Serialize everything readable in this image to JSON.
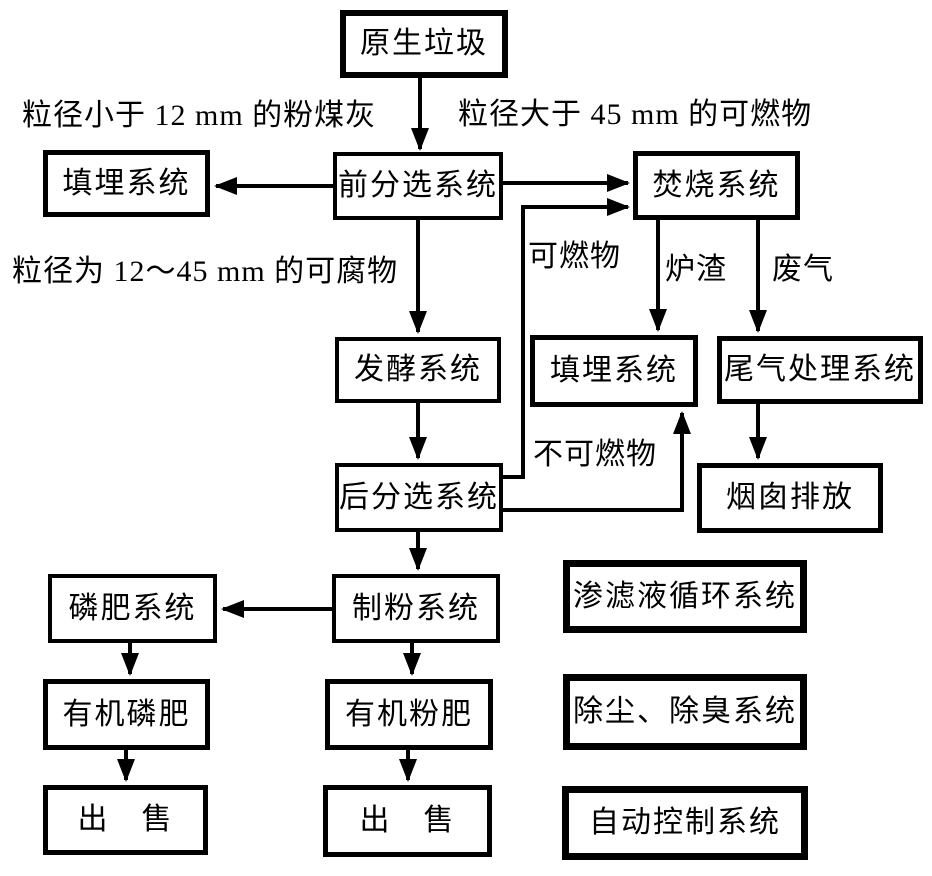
{
  "diagram": {
    "title_hint": "垃圾综合处理工艺流程图",
    "colors": {
      "line": "#000000",
      "background": "#ffffff",
      "text": "#000000"
    },
    "nodes": {
      "raw_waste": {
        "label": "原生垃圾"
      },
      "landfill_left": {
        "label": "填埋系统"
      },
      "pre_sort": {
        "label": "前分选系统"
      },
      "incineration": {
        "label": "焚烧系统"
      },
      "fermentation": {
        "label": "发酵系统"
      },
      "landfill_mid": {
        "label": "填埋系统"
      },
      "tail_gas": {
        "label": "尾气处理系统"
      },
      "post_sort": {
        "label": "后分选系统"
      },
      "chimney": {
        "label": "烟囱排放"
      },
      "phosphate": {
        "label": "磷肥系统"
      },
      "powder": {
        "label": "制粉系统"
      },
      "leachate": {
        "label": "渗滤液循环系统"
      },
      "organic_phosphate": {
        "label": "有机磷肥"
      },
      "organic_powder": {
        "label": "有机粉肥"
      },
      "dedust": {
        "label": "除尘、除臭系统"
      },
      "sell_left": {
        "label": "出　售"
      },
      "sell_right": {
        "label": "出　售"
      },
      "auto_control": {
        "label": "自动控制系统"
      }
    },
    "edge_labels": {
      "fly_ash": "粒径小于 12 mm 的粉煤灰",
      "combustible_large": "粒径大于 45 mm 的可燃物",
      "perishable": "粒径为 12～45 mm 的可腐物",
      "combustible": "可燃物",
      "slag": "炉渣",
      "waste_gas": "废气",
      "non_combustible": "不可燃物"
    }
  }
}
